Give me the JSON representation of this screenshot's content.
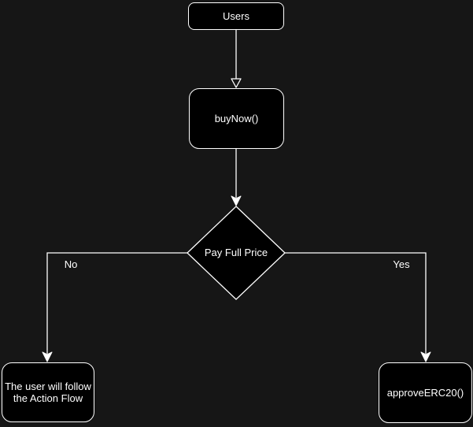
{
  "canvas": {
    "colors": {
      "bg_color": "#161616",
      "node_fill": "#000000",
      "node_stroke": "#ffffff",
      "text_color": "#ffffff"
    }
  },
  "nodes": {
    "users": {
      "label": "Users"
    },
    "buy_now": {
      "label": "buyNow()"
    },
    "decision": {
      "label": "Pay Full Price"
    },
    "action_flow": {
      "label_line1": "The user will follow",
      "label_line2": "the Action Flow"
    },
    "approve": {
      "label": "approveERC20()"
    }
  },
  "edges": {
    "no_label": "No",
    "yes_label": "Yes"
  }
}
